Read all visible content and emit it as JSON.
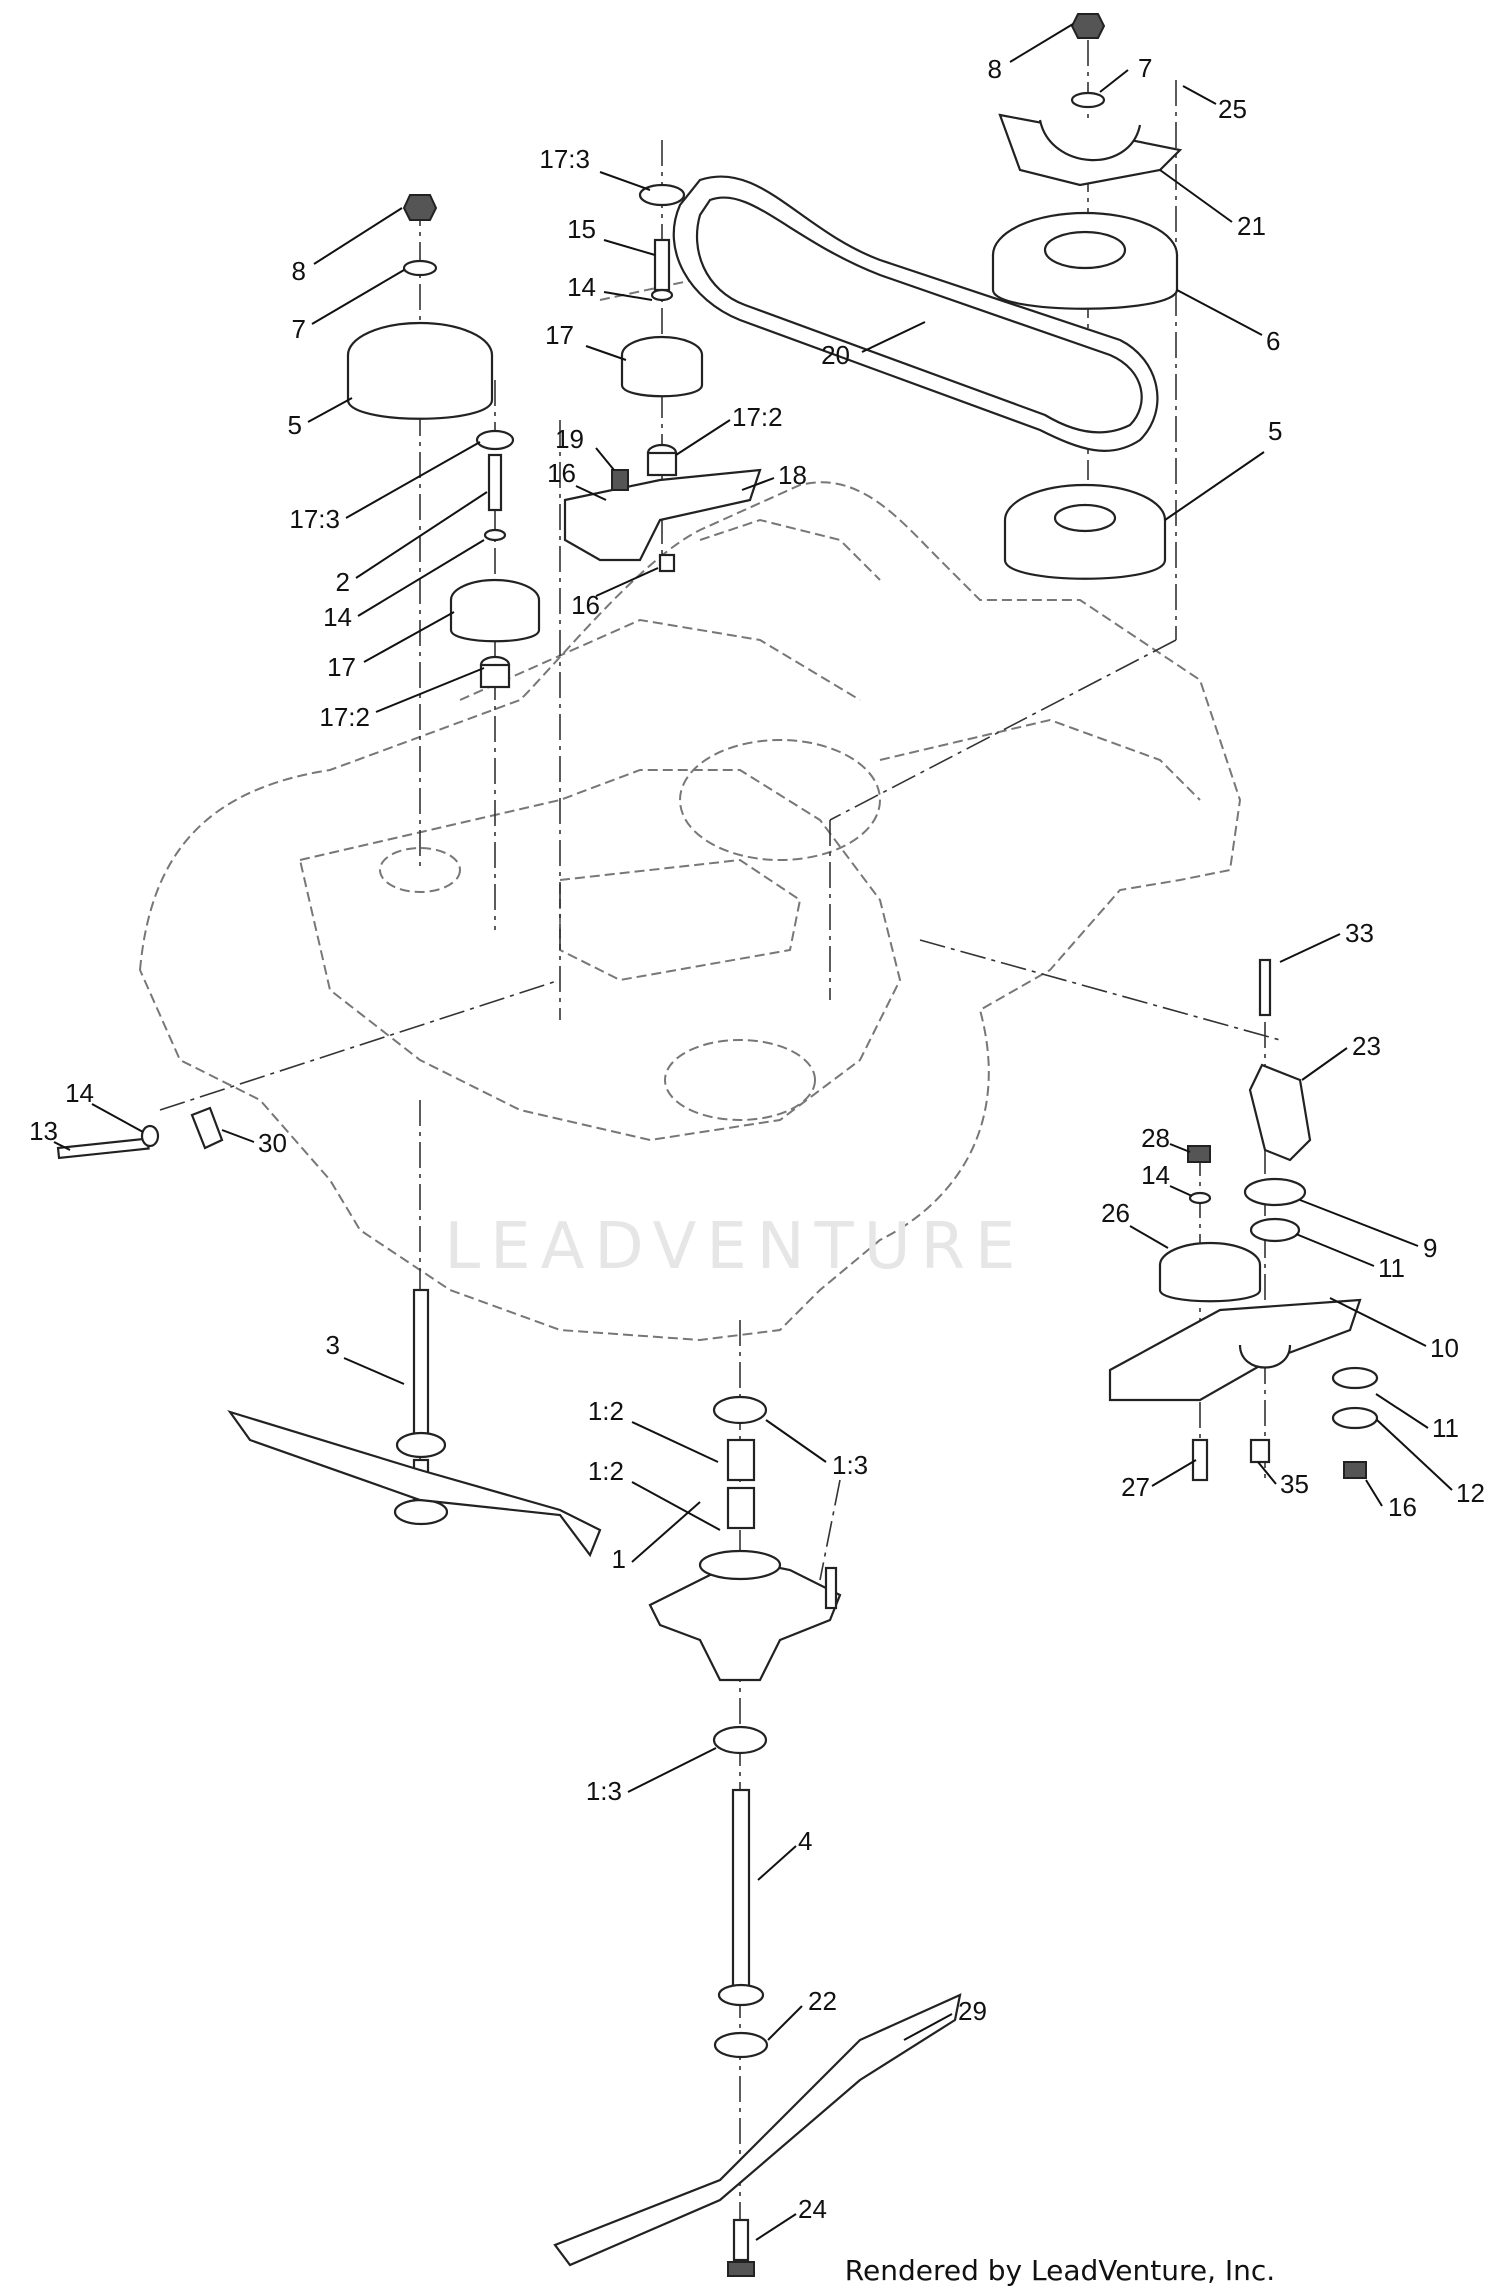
{
  "watermark": "LEADVENTURE",
  "credit": "Rendered by LeadVenture, Inc.",
  "callouts": [
    {
      "label": "8"
    },
    {
      "label": "7"
    },
    {
      "label": "25"
    },
    {
      "label": "21"
    },
    {
      "label": "6"
    },
    {
      "label": "5"
    },
    {
      "label": "20"
    },
    {
      "label": "17:3"
    },
    {
      "label": "15"
    },
    {
      "label": "14"
    },
    {
      "label": "17"
    },
    {
      "label": "17:2"
    },
    {
      "label": "18"
    },
    {
      "label": "19"
    },
    {
      "label": "16"
    },
    {
      "label": "16"
    },
    {
      "label": "8"
    },
    {
      "label": "7"
    },
    {
      "label": "5"
    },
    {
      "label": "17:3"
    },
    {
      "label": "2"
    },
    {
      "label": "14"
    },
    {
      "label": "17"
    },
    {
      "label": "17:2"
    },
    {
      "label": "33"
    },
    {
      "label": "23"
    },
    {
      "label": "14"
    },
    {
      "label": "13"
    },
    {
      "label": "30"
    },
    {
      "label": "28"
    },
    {
      "label": "14"
    },
    {
      "label": "26"
    },
    {
      "label": "9"
    },
    {
      "label": "11"
    },
    {
      "label": "10"
    },
    {
      "label": "11"
    },
    {
      "label": "12"
    },
    {
      "label": "27"
    },
    {
      "label": "35"
    },
    {
      "label": "16"
    },
    {
      "label": "3"
    },
    {
      "label": "1:2"
    },
    {
      "label": "1:3"
    },
    {
      "label": "1:2"
    },
    {
      "label": "1"
    },
    {
      "label": "1:3"
    },
    {
      "label": "4"
    },
    {
      "label": "22"
    },
    {
      "label": "29"
    },
    {
      "label": "24"
    }
  ]
}
